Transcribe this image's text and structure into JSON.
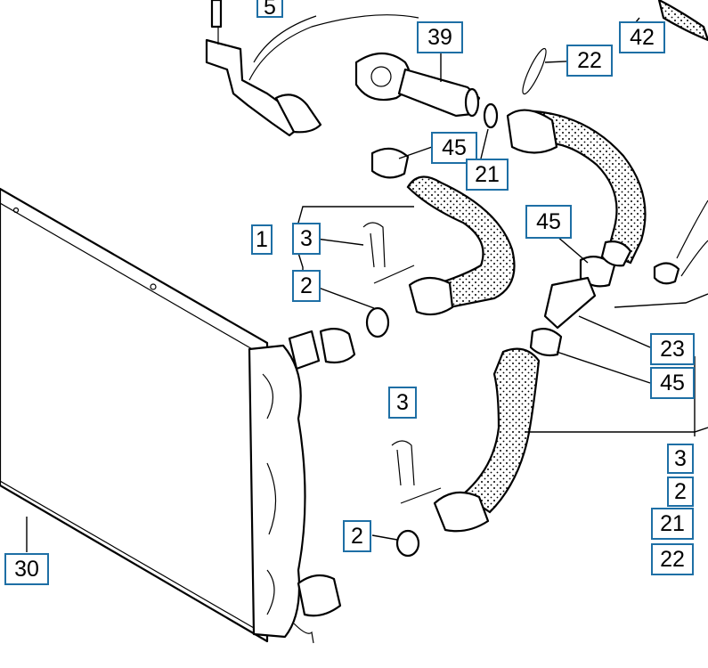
{
  "diagram": {
    "callouts": {
      "c5": "5",
      "c39": "39",
      "c42": "42",
      "c22_top": "22",
      "c45_top": "45",
      "c21_top": "21",
      "c1": "1",
      "c3_top": "3",
      "c2_top": "2",
      "c45_mid": "45",
      "c23": "23",
      "c45_right": "45",
      "c3_bottom": "3",
      "c2_bottom": "2",
      "c3_right": "3",
      "c2_right": "2",
      "c21_right": "21",
      "c22_right": "22",
      "c30": "30"
    }
  },
  "colors": {
    "callout_border": "#1e6fa5",
    "line": "#000000",
    "background": "#ffffff"
  }
}
